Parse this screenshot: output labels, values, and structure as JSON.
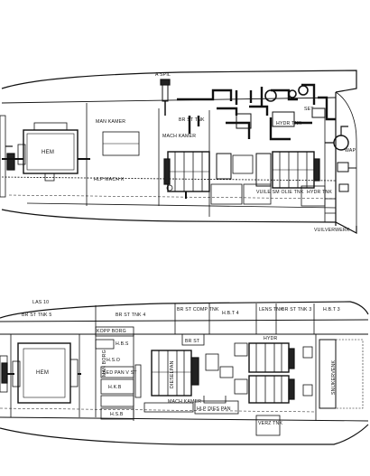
{
  "upper_section": {
    "labels": {
      "a_spil": "A SPIL",
      "man_kamer": "MAN KAMER",
      "br_st_tnk": "BR ST TNK",
      "set": "SET",
      "hydr_tnk": "HYDR TNK",
      "hem": "HEM",
      "mach_kamer": "MACH KAMER",
      "wap": "WAP",
      "hlp_mach": "HLP MACH K",
      "vuile_sm_olie_tnk": "VUILE SM OLIE TNK",
      "hydr_tnk_2": "HYDR TNK",
      "vuilverwerk": "VUILVERWERK"
    }
  },
  "lower_section": {
    "labels": {
      "las": "LAS 10",
      "br_st_tnk_5": "BR ST TNK 5",
      "br_st_tnk_4": "BR ST TNK 4",
      "br_st_comp_tnk": "BR ST COMP TNK",
      "hbt_4": "H.B.T 4",
      "lens_tnk": "LENS TNK",
      "br_st_tnk_3": "BR ST TNK 3",
      "hbt_3": "H.B.T 3",
      "kopp_borg": "KOPP BORG",
      "hbs": "H.B.S",
      "br_st": "BR ST",
      "hydr": "HYDR",
      "hem": "HEM",
      "man_borg": "MAN BORG",
      "hso": "H.S.O",
      "bed_pan_vst": "BED PAN V ST",
      "hkb": "H.K.B",
      "dieselpan": "DIESELPAN",
      "snijkervenk": "SNIJKERVENK",
      "mach_kamer": "MACH KAMER",
      "hsb": "H.S.B",
      "hlp_dies_pan": "HLP DIES PAN",
      "verz_tnk": "VERZ TNK"
    }
  }
}
